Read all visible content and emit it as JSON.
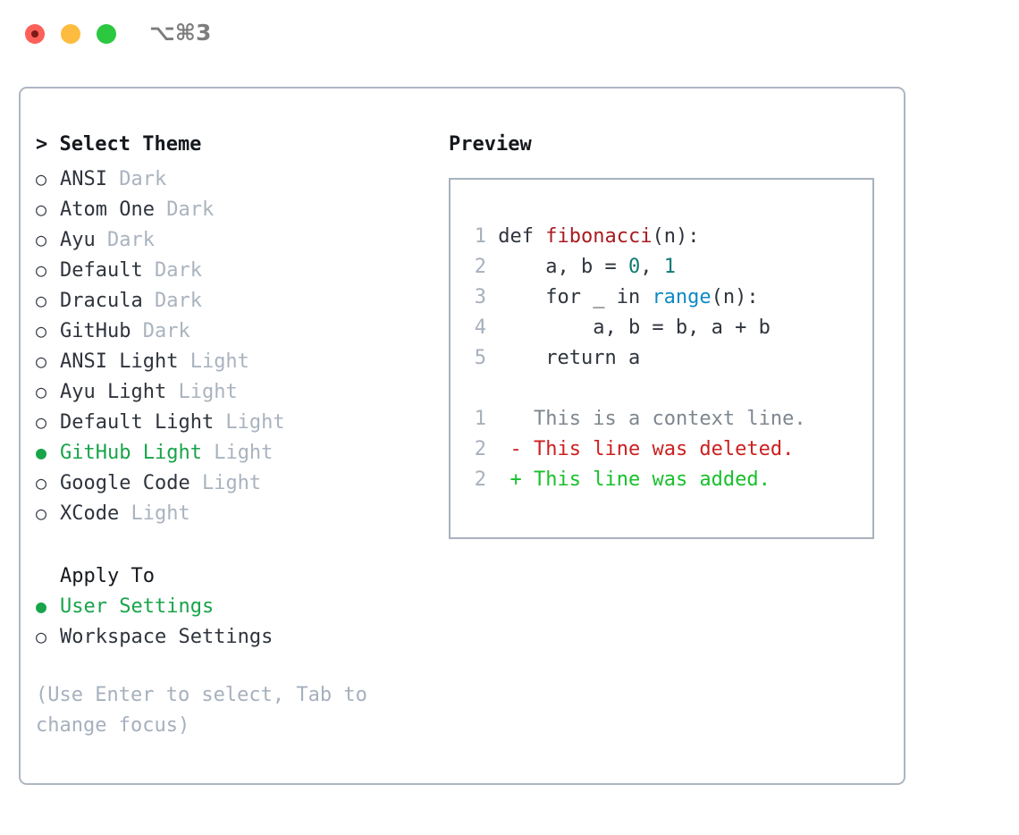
{
  "titlebar": {
    "shortcut": "⌥⌘3",
    "buttons": [
      {
        "name": "close",
        "color": "#fc6058"
      },
      {
        "name": "minimize",
        "color": "#fdbc40"
      },
      {
        "name": "maximize",
        "color": "#2bc840"
      }
    ]
  },
  "theme_picker": {
    "title": "> Select Theme",
    "items": [
      {
        "marker": "○",
        "label": "ANSI",
        "variant": "Dark",
        "selected": false
      },
      {
        "marker": "○",
        "label": "Atom One",
        "variant": "Dark",
        "selected": false
      },
      {
        "marker": "○",
        "label": "Ayu",
        "variant": "Dark",
        "selected": false
      },
      {
        "marker": "○",
        "label": "Default",
        "variant": "Dark",
        "selected": false
      },
      {
        "marker": "○",
        "label": "Dracula",
        "variant": "Dark",
        "selected": false
      },
      {
        "marker": "○",
        "label": "GitHub",
        "variant": "Dark",
        "selected": false
      },
      {
        "marker": "○",
        "label": "ANSI Light",
        "variant": "Light",
        "selected": false
      },
      {
        "marker": "○",
        "label": "Ayu Light",
        "variant": "Light",
        "selected": false
      },
      {
        "marker": "○",
        "label": "Default Light",
        "variant": "Light",
        "selected": false
      },
      {
        "marker": "●",
        "label": "GitHub Light",
        "variant": "Light",
        "selected": true
      },
      {
        "marker": "○",
        "label": "Google Code",
        "variant": "Light",
        "selected": false
      },
      {
        "marker": "○",
        "label": "XCode",
        "variant": "Light",
        "selected": false
      }
    ]
  },
  "apply_to": {
    "title": "Apply To",
    "items": [
      {
        "marker": "●",
        "label": "User Settings",
        "selected": true
      },
      {
        "marker": "○",
        "label": "Workspace Settings",
        "selected": false
      }
    ]
  },
  "help_text": "(Use Enter to select, Tab to change focus)",
  "preview": {
    "title": "Preview",
    "code_lines": [
      {
        "n": "1",
        "segments": [
          {
            "t": "def ",
            "k": "plain"
          },
          {
            "t": "fibonacci",
            "k": "fn"
          },
          {
            "t": "(n):",
            "k": "plain"
          }
        ]
      },
      {
        "n": "2",
        "segments": [
          {
            "t": "    a, b = ",
            "k": "plain"
          },
          {
            "t": "0",
            "k": "num"
          },
          {
            "t": ", ",
            "k": "plain"
          },
          {
            "t": "1",
            "k": "num"
          }
        ]
      },
      {
        "n": "3",
        "segments": [
          {
            "t": "    for _ in ",
            "k": "plain"
          },
          {
            "t": "range",
            "k": "call"
          },
          {
            "t": "(n):",
            "k": "plain"
          }
        ]
      },
      {
        "n": "4",
        "segments": [
          {
            "t": "        a, b = b, a + b",
            "k": "plain"
          }
        ]
      },
      {
        "n": "5",
        "segments": [
          {
            "t": "    return a",
            "k": "plain"
          }
        ]
      }
    ],
    "diff_lines": [
      {
        "n": "1",
        "sign": "  ",
        "text": "This is a context line.",
        "kind": "ctx"
      },
      {
        "n": "2",
        "sign": "- ",
        "text": "This line was deleted.",
        "kind": "del"
      },
      {
        "n": "2",
        "sign": "+ ",
        "text": "This line was added.",
        "kind": "add"
      }
    ]
  },
  "colors": {
    "selected_green": "#18a449",
    "muted_grey": "#aab3bf",
    "border": "#aeb6c2",
    "fn_red": "#a81b20",
    "num_teal": "#0e7a74",
    "call_blue": "#0d8ac5",
    "diff_add": "#18c02c",
    "diff_del": "#cc1f1f"
  }
}
